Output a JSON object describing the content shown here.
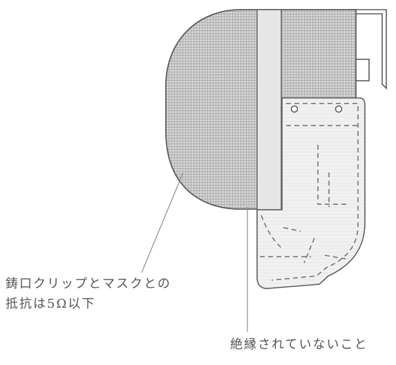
{
  "annotations": {
    "clip_resistance_line1": "鋳口クリップとマスクとの",
    "clip_resistance_line2": "抵抗は5Ω以下",
    "not_insulated": "絶縁されていないこと"
  },
  "colors": {
    "outline": "#5a5a5a",
    "mesh_fill": "#d6d6d6",
    "mesh_grid": "#ababab",
    "bib_fill": "#f1f1f1",
    "bib_stripe": "#e8e8e8",
    "stitch": "#6c6c6c",
    "leader_line": "#8a8a8a"
  }
}
